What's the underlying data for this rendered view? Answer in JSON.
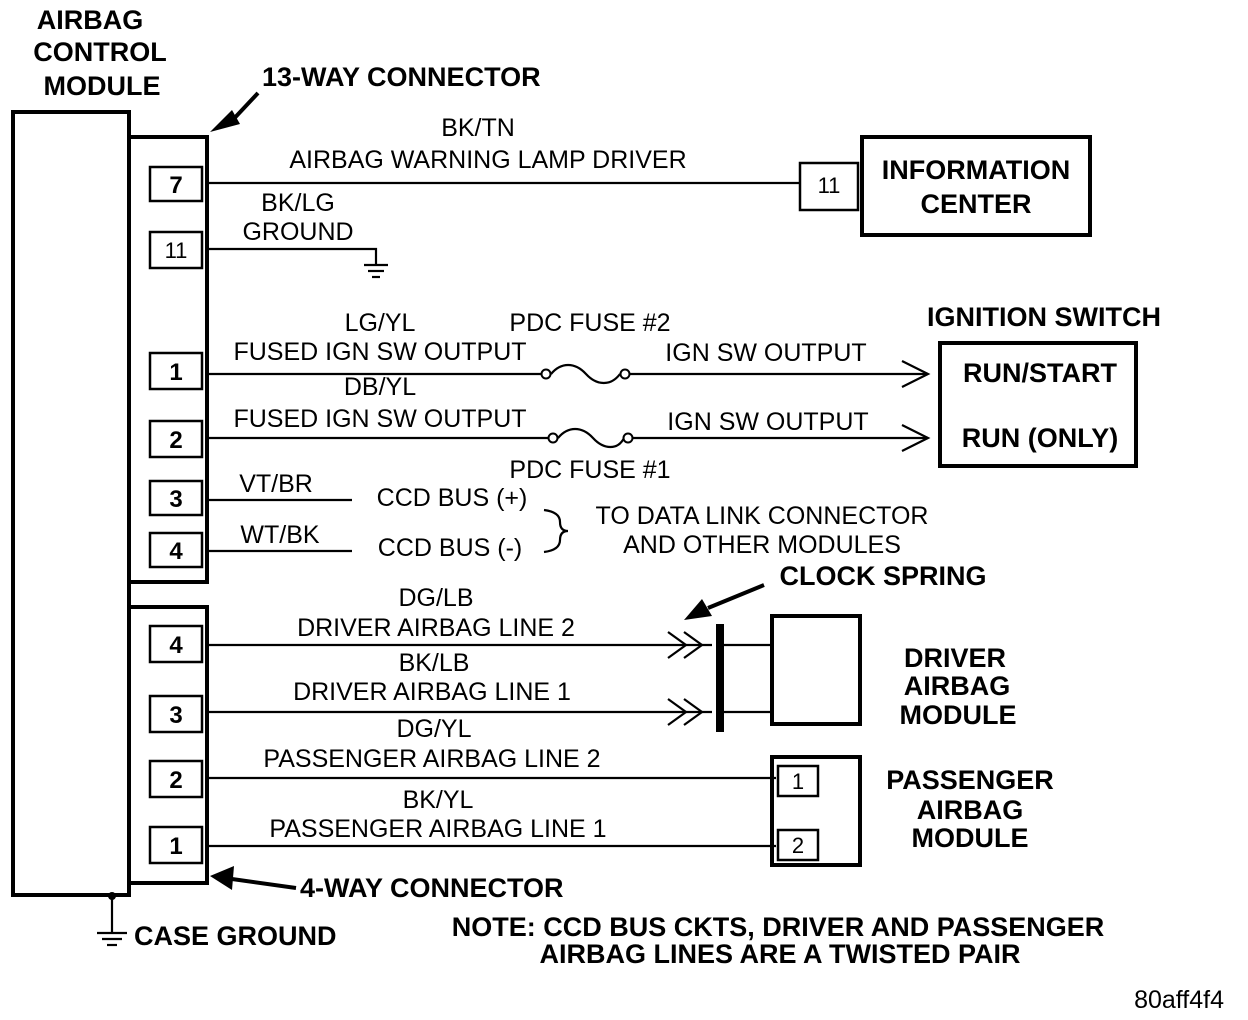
{
  "module": {
    "title_lines": [
      "AIRBAG",
      "CONTROL",
      "MODULE"
    ]
  },
  "connectors": {
    "thirteen_way": "13-WAY CONNECTOR",
    "four_way": "4-WAY CONNECTOR"
  },
  "pins": {
    "p7": "7",
    "p11": "11",
    "p1": "1",
    "p2": "2",
    "p3": "3",
    "p4": "4",
    "q4": "4",
    "q3": "3",
    "q2": "2",
    "q1": "1"
  },
  "circuits": {
    "lamp_color": "BK/TN",
    "lamp_label": "AIRBAG WARNING LAMP DRIVER",
    "ground_color": "BK/LG",
    "ground_label": "GROUND",
    "ign1_color": "LG/YL",
    "ign1_label": "FUSED IGN SW OUTPUT",
    "fuse2": "PDC FUSE #2",
    "ign1_out": "IGN SW OUTPUT",
    "ign2_color": "DB/YL",
    "ign2_label": "FUSED IGN SW OUTPUT",
    "ign2_out": "IGN SW OUTPUT",
    "fuse1": "PDC FUSE #1",
    "ccd_plus_color": "VT/BR",
    "ccd_plus": "CCD BUS (+)",
    "ccd_minus_color": "WT/BK",
    "ccd_minus": "CCD BUS (-)",
    "data_link": [
      "TO DATA LINK CONNECTOR",
      "AND OTHER MODULES"
    ],
    "drv2_color": "DG/LB",
    "drv2_label": "DRIVER AIRBAG LINE 2",
    "drv1_color": "BK/LB",
    "drv1_label": "DRIVER AIRBAG LINE 1",
    "pass2_color": "DG/YL",
    "pass2_label": "PASSENGER AIRBAG LINE 2",
    "pass1_color": "BK/YL",
    "pass1_label": "PASSENGER AIRBAG LINE 1"
  },
  "info_center": {
    "pin": "11",
    "title_lines": [
      "INFORMATION",
      "CENTER"
    ]
  },
  "ignition_switch": {
    "title": "IGNITION SWITCH",
    "run_start": "RUN/START",
    "run_only": "RUN (ONLY)"
  },
  "clock_spring": "CLOCK SPRING",
  "driver_module": {
    "title_lines": [
      "DRIVER",
      "AIRBAG",
      "MODULE"
    ]
  },
  "passenger_module": {
    "pin1": "1",
    "pin2": "2",
    "title_lines": [
      "PASSENGER",
      "AIRBAG",
      "MODULE"
    ]
  },
  "case_ground": "CASE GROUND",
  "note_lines": [
    "NOTE: CCD BUS CKTS, DRIVER AND PASSENGER",
    "AIRBAG LINES ARE A TWISTED PAIR"
  ],
  "figure_id": "80aff4f4"
}
